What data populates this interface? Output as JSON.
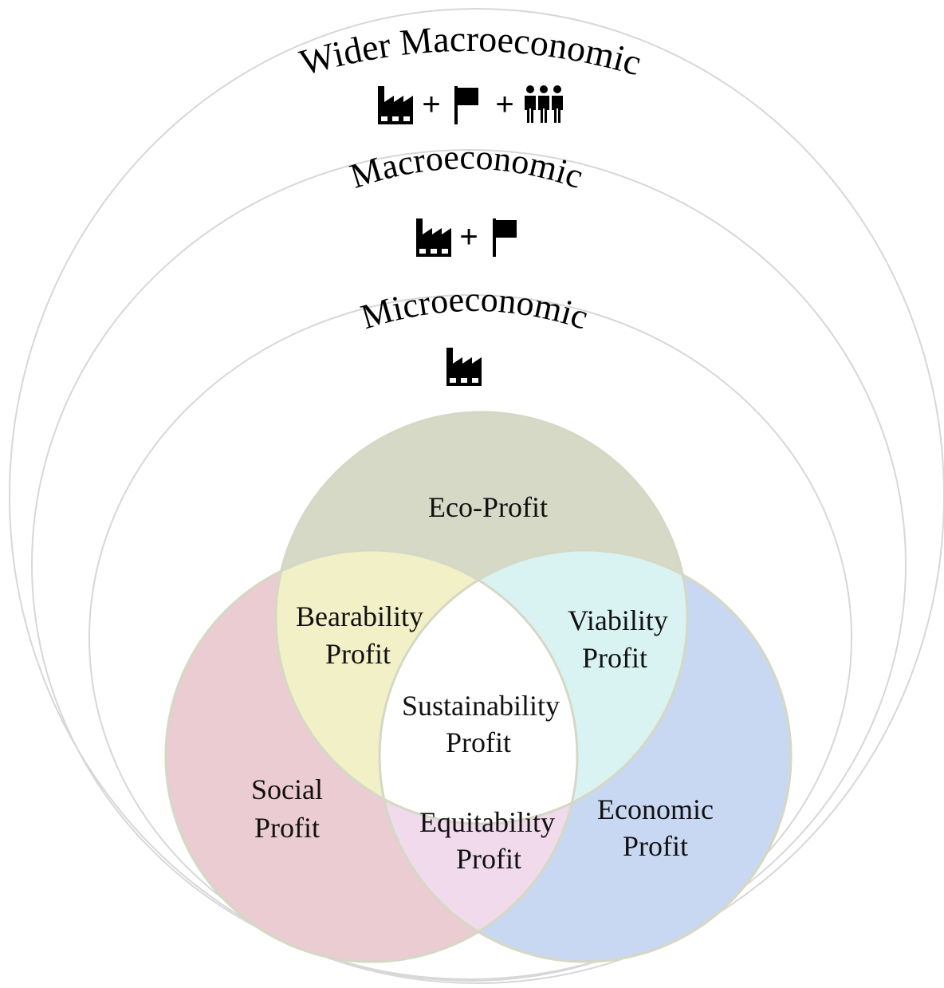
{
  "levels": {
    "wider_macro": {
      "title": "Wider Macroeconomic",
      "icons": [
        "factory-icon",
        "flag-icon",
        "people-icon"
      ],
      "separator": "+"
    },
    "macro": {
      "title": "Macroeconomic",
      "icons": [
        "factory-icon",
        "flag-icon"
      ],
      "separator": "+"
    },
    "micro": {
      "title": "Microeconomic",
      "icons": [
        "factory-icon"
      ]
    }
  },
  "venn": {
    "eco": {
      "line1": "Eco-Profit",
      "color": "#d6d9c6"
    },
    "social": {
      "line1": "Social",
      "line2": "Profit",
      "color": "#ecccd3"
    },
    "economic": {
      "line1": "Economic",
      "line2": "Profit",
      "color": "#c9d8f2"
    },
    "bearability": {
      "line1": "Bearability",
      "line2": "Profit",
      "color": "#f2f0c6"
    },
    "viability": {
      "line1": "Viability",
      "line2": "Profit",
      "color": "#d9f3f3"
    },
    "equitability": {
      "line1": "Equitability",
      "line2": "Profit",
      "color": "#f0daec"
    },
    "sustainability": {
      "line1": "Sustainability",
      "line2": "Profit",
      "color": "#ffffff"
    }
  }
}
